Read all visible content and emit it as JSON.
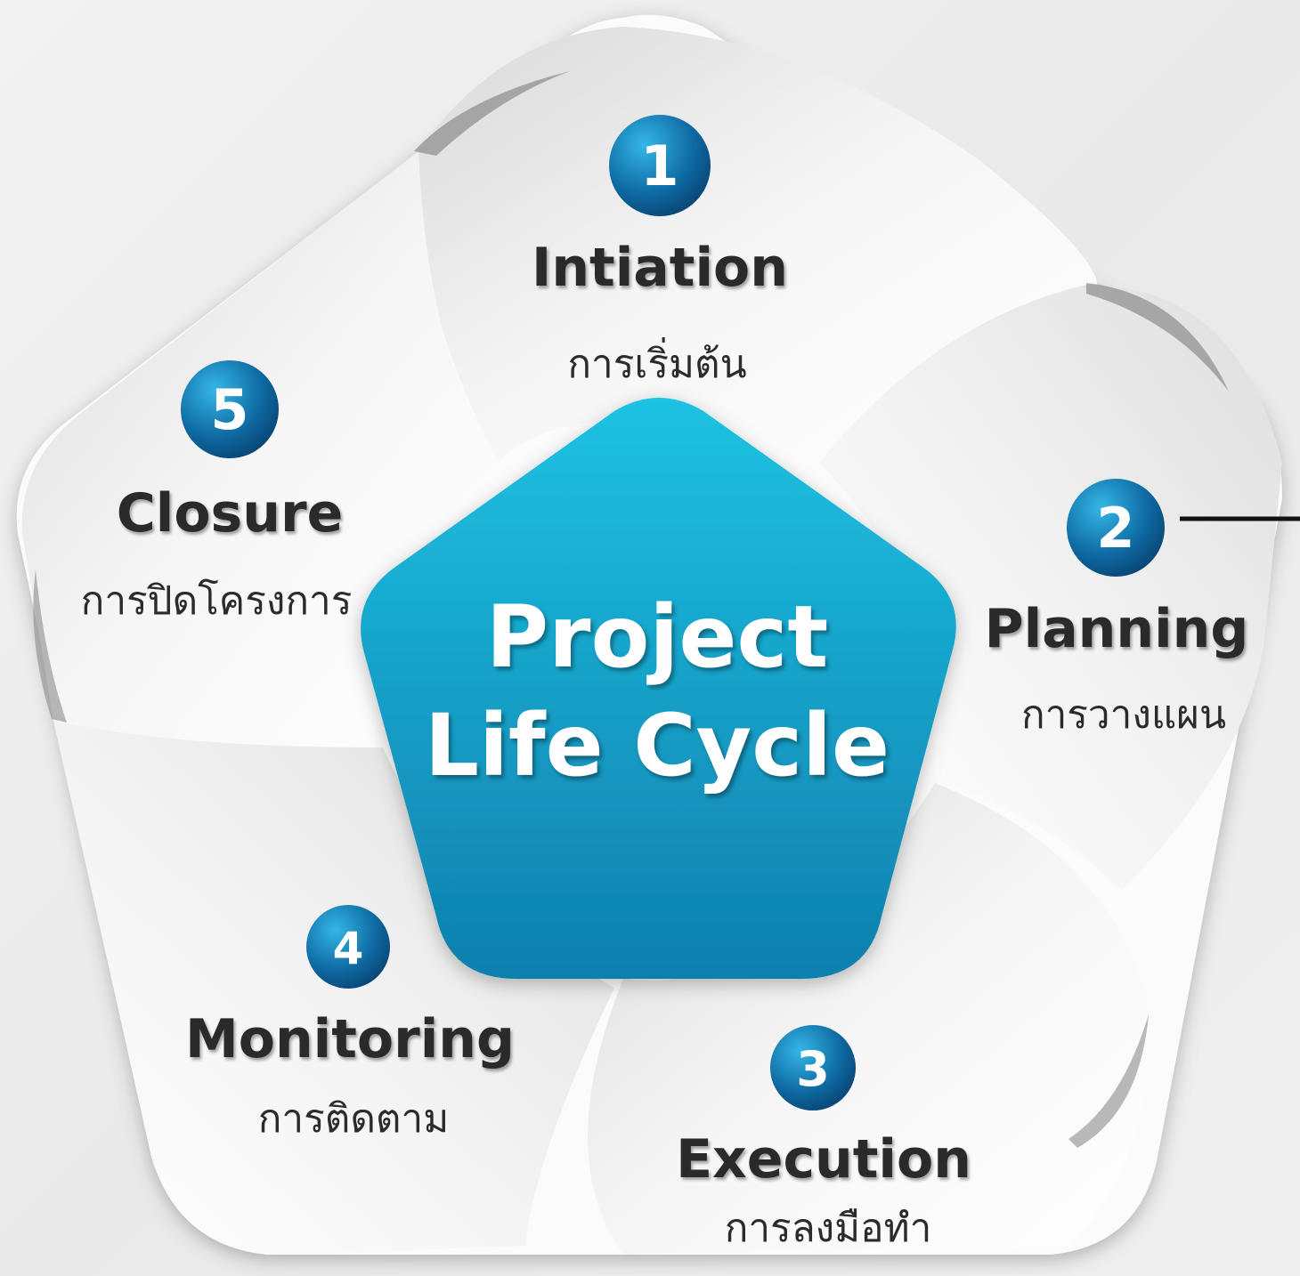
{
  "center": {
    "line1": "Project",
    "line2": "Life Cycle"
  },
  "phases": [
    {
      "number": "1",
      "title": "Intiation",
      "subtitle": "การเริ่มต้น"
    },
    {
      "number": "2",
      "title": "Planning",
      "subtitle": "การวางแผน"
    },
    {
      "number": "3",
      "title": "Execution",
      "subtitle": "การลงมือทำ"
    },
    {
      "number": "4",
      "title": "Monitoring",
      "subtitle": "การติดตาม"
    },
    {
      "number": "5",
      "title": "Closure",
      "subtitle": "การปิดโครงการ"
    }
  ],
  "colors": {
    "center_top": "#1ec2e2",
    "center_bottom": "#0f7fae",
    "badge_light": "#35b7e6",
    "badge_dark": "#08406e",
    "text_dark": "#2a2a2a"
  }
}
